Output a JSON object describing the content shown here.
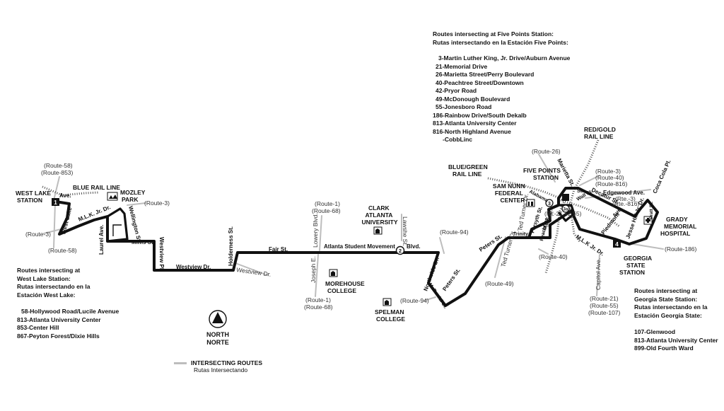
{
  "colors": {
    "route": "#111111",
    "intersecting": "#bdbdbd",
    "rail": "#555555",
    "background": "#ffffff"
  },
  "five_points_info": {
    "title_en": "Routes intersecting at Five Points Station:",
    "title_es": "Rutas intersectando en la Estación Five Points:",
    "routes": [
      "3-Martin Luther King, Jr. Drive/Auburn Avenue",
      "21-Memorial Drive",
      "26-Marietta Street/Perry Boulevard",
      "40-Peachtree Street/Downtown",
      "42-Pryor Road",
      "49-McDonough Boulevard",
      "55-Jonesboro Road",
      "186-Rainbow Drive/South Dekalb",
      "813-Atlanta University Center",
      "816-North Highland Avenue",
      "-CobbLinc"
    ]
  },
  "west_lake_info": {
    "title_lines": [
      "Routes intersecting at",
      "West Lake Station:",
      "Rutas intersectando en la",
      "Estación West Lake:"
    ],
    "routes": [
      "58-Hollywood Road/Lucile Avenue",
      "813-Atlanta University Center",
      "853-Center Hill",
      "867-Peyton Forest/Dixie Hills"
    ]
  },
  "georgia_state_info": {
    "title_lines": [
      "Routes intersecting at",
      "Georgia State Station:",
      "Rutas intersectando en la",
      "Estación Georgia State:"
    ],
    "routes": [
      "107-Glenwood",
      "813-Atlanta University Center",
      "899-Old Fourth Ward"
    ]
  },
  "legend": {
    "line1": "INTERSECTING ROUTES",
    "line2": "Rutas Intersectando"
  },
  "north_arrow": {
    "en": "NORTH",
    "es": "NORTE"
  },
  "stations": {
    "west_lake": [
      "WEST LAKE",
      "STATION"
    ],
    "west_lake_num": "1",
    "five_points": [
      "FIVE POINTS",
      "STATION"
    ],
    "five_points_num": "3",
    "georgia_state": [
      "GEORGIA",
      "STATE",
      "STATION"
    ],
    "georgia_state_num": "4",
    "stop2": "2",
    "stop3a": "3a"
  },
  "rail_lines": {
    "blue": "BLUE RAIL LINE",
    "blue_green": [
      "BLUE/GREEN",
      "RAIL LINE"
    ],
    "red_gold": [
      "RED/GOLD",
      "RAIL LINE"
    ]
  },
  "landmarks": {
    "mozley": [
      "MOZLEY",
      "PARK"
    ],
    "clark": [
      "CLARK",
      "ATLANTA",
      "UNIVERSITY"
    ],
    "morehouse": [
      "MOREHOUSE",
      "COLLEGE"
    ],
    "spelman": [
      "SPELMAN",
      "COLLEGE"
    ],
    "sam_nunn": [
      "SAM NUNN",
      "FEDERAL",
      "CENTER"
    ],
    "grady": [
      "GRADY",
      "MEMORIAL",
      "HOSPITAL"
    ]
  },
  "streets": {
    "west_lake_ave_top": "Ave.",
    "west_lake_ave_bottom": "West Lake",
    "mlk_west": "M.L.K. Jr. Dr.",
    "laurel": "Laurel Ave.",
    "wellington": "Wellington St.",
    "mims": "Mims St.",
    "westview_pl": "Westview Pl.",
    "westview_dr": "Westview Dr.",
    "westview_dr_ext": "Westview Dr.",
    "holderness": "Holderness St.",
    "fair": "Fair St.",
    "lowery": "Lowery Blvd.",
    "joseph_e": "Joseph E.",
    "asm": "Atlanta Student Movement",
    "blvd": "Blvd.",
    "lawshe": "Lawshe St.",
    "northside": "Northside Dr.",
    "mcdaniel": "McDaniel St.",
    "peters_lower": "Peters St.",
    "peters_upper": "Peters St.",
    "ted_turner_lower": "Ted Turner Dr.",
    "ted_turner_upper": "Ted Turner Dr.",
    "trinity": "Trinity",
    "forsyth": "Forsyth St.",
    "alabama": "Alabama",
    "mlk_mid": "M.L.K. Jr.",
    "peachtree": "Peachtree",
    "marietta": "Marietta St.",
    "decatur": "Decatur St.",
    "edgewood": "Edgewood Ave.",
    "coca_cola": "Coca Cola Pl.",
    "piedmont": "Piedmont",
    "ave": "Ave.",
    "jesse_hill": "Jesse Hill Jr. Dr.",
    "mlk_east": "M.L.K Jr. Dr.",
    "capitol": "Capitol Ave.",
    "pratt": "Pratt St.",
    "wall": "Wall St.",
    "st": "St."
  },
  "route_tags": {
    "r58_top": [
      "(Route-58)",
      "(Route-853)"
    ],
    "r3_mozley": "(Route-3)",
    "r3_left": "(Route-3)",
    "r58_bottom": "(Route-58)",
    "r1_top": [
      "(Route-1)",
      "(Route-68)"
    ],
    "r1_bottom": [
      "(Route-1)",
      "(Route-68)"
    ],
    "r94_top": "(Route-94)",
    "r94_bottom": "(Route-94)",
    "r49": "(Route-49)",
    "r40_bottom": "(Route-40)",
    "r26": "(Route-26)",
    "r3_40_816": [
      "(Route-3)",
      "(Route-40)",
      "(Route-816)"
    ],
    "r3_816_small": [
      "(Rte.-3)",
      "(Rte.-816)"
    ],
    "r186": "(Route-186)",
    "r21_55_107": [
      "(Route-21)",
      "(Route-55)",
      "(Route-107)"
    ],
    "r_small_center": "(Rt.-21,42,55)"
  }
}
